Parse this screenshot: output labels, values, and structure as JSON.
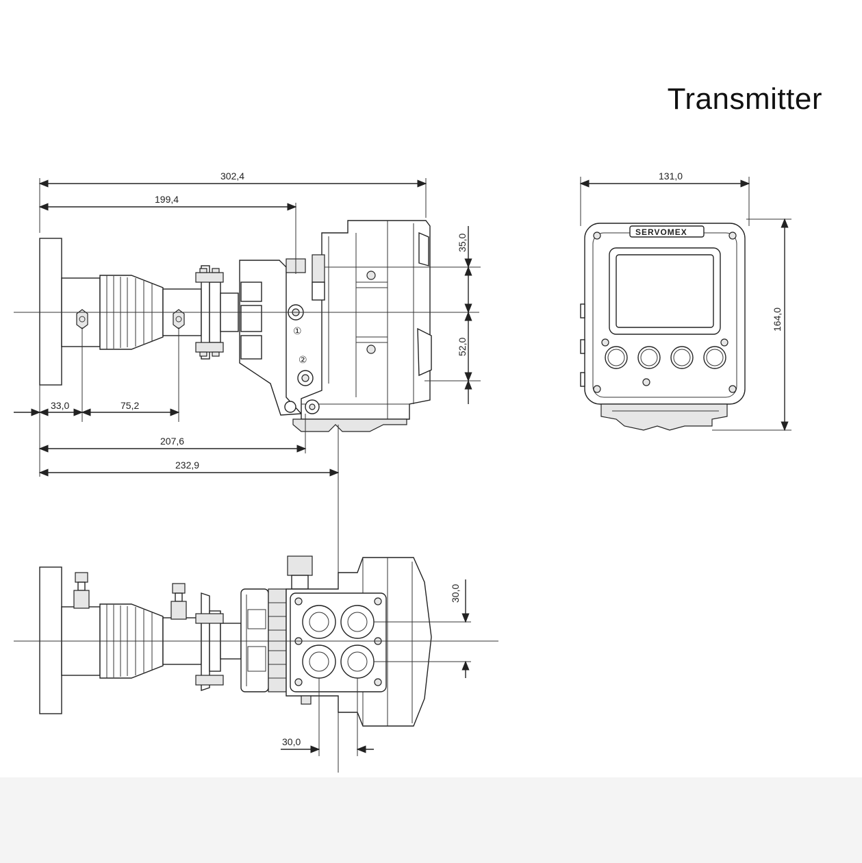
{
  "title": "Transmitter",
  "brand_label": "SERVOMEX",
  "dimensions": {
    "side_total_width": "302,4",
    "side_flange_to_fitting": "199,4",
    "side_upper_gap": "35,0",
    "side_lower_gap": "52,0",
    "side_flange_offset": "33,0",
    "side_port_spacing": "75,2",
    "side_to_earth": "207,6",
    "side_to_center": "232,9",
    "front_width": "131,0",
    "front_height": "164,0",
    "top_vertical_spacing": "30,0",
    "top_horizontal_spacing": "30,0"
  },
  "markers": {
    "port_1": "①",
    "port_2": "②"
  }
}
